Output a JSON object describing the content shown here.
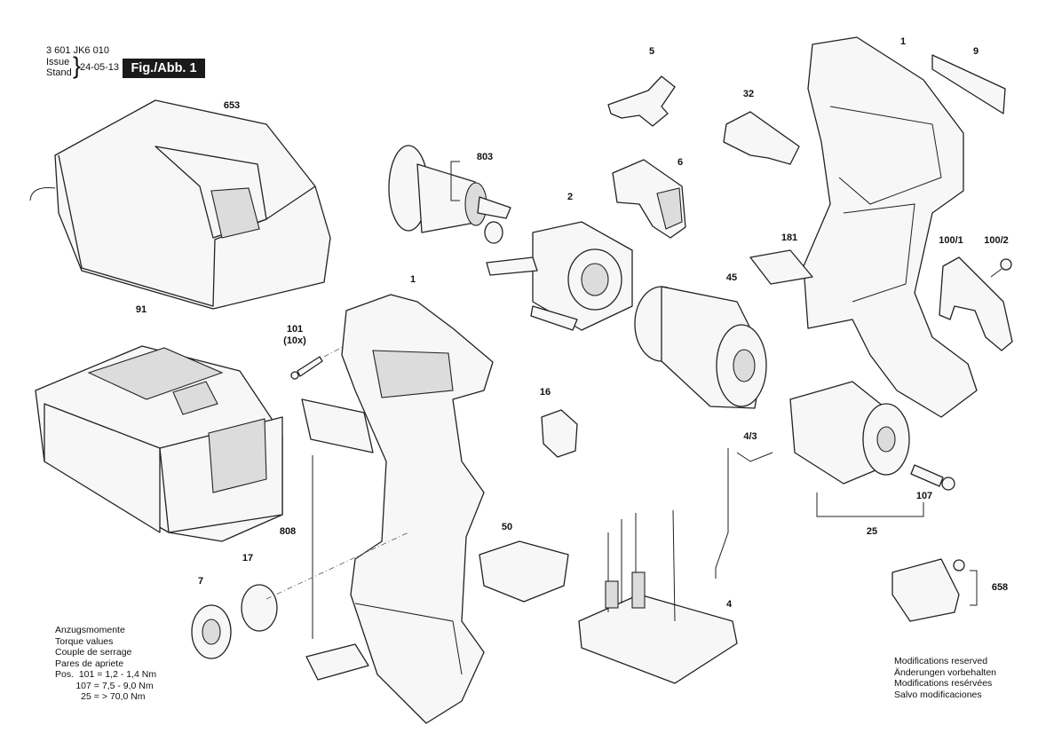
{
  "header": {
    "part_number": "3 601 JK6 010",
    "issue_label": "Issue",
    "stand_label": "Stand",
    "date": "24-05-13",
    "figure_label": "Fig./Abb. 1"
  },
  "callouts": {
    "c653": "653",
    "c91": "91",
    "c803": "803",
    "c2": "2",
    "c5": "5",
    "c6": "6",
    "c32": "32",
    "c1_top": "1",
    "c9": "9",
    "c101": "101",
    "c101_qty": "(10x)",
    "c1_mid": "1",
    "c16": "16",
    "c181": "181",
    "c45": "45",
    "c100_1": "100/1",
    "c100_2": "100/2",
    "c4_3": "4/3",
    "c107": "107",
    "c25": "25",
    "c808": "808",
    "c50": "50",
    "c4": "4",
    "c7": "7",
    "c17": "17",
    "c658": "658"
  },
  "torque_notes": {
    "line1": "Anzugsmomente",
    "line2": "Torque values",
    "line3": "Couple de serrage",
    "line4": "Pares de apriete",
    "line5": "Pos.  101 = 1,2 - 1,4 Nm",
    "line6": "        107 = 7,5 - 9,0 Nm",
    "line7": "          25 = > 70,0 Nm"
  },
  "modification_notes": {
    "line1": "Modifications reserved",
    "line2": "Änderungen vorbehalten",
    "line3": "Modifications resérvées",
    "line4": "Salvo modificaciones"
  }
}
